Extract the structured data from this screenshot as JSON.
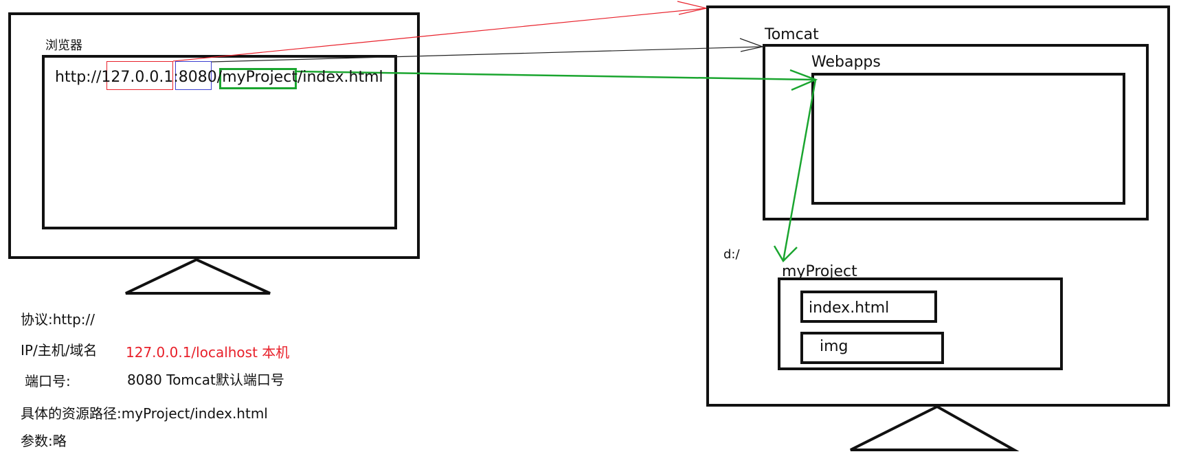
{
  "browser": {
    "title": "浏览器",
    "url": {
      "scheme": "http://",
      "host": "127.0.0.1",
      "colon": ":",
      "port": "8080",
      "slash1": "/",
      "project": "myProject",
      "path": "/index.html"
    }
  },
  "server": {
    "tomcat_label": "Tomcat",
    "webapps_label": "Webapps",
    "drive_label": "d:/",
    "project_folder": "myProject",
    "files": [
      "index.html",
      "img"
    ]
  },
  "notes": {
    "protocol_label": "协议:",
    "protocol_value": "http://",
    "host_label": "IP/主机/域名",
    "host_value": "127.0.0.1/localhost  本机",
    "port_label": "端口号:",
    "port_value": "8080  Tomcat默认端口号",
    "path_label": "具体的资源路径:",
    "path_value": "myProject/index.html",
    "params_label": "参数:",
    "params_value": "略"
  },
  "colors": {
    "ink": "#111111",
    "host_arrow": "#e8202a",
    "port_box": "#3a3fd0",
    "project_arrow": "#1aa52f",
    "port_arrow": "#222222"
  }
}
